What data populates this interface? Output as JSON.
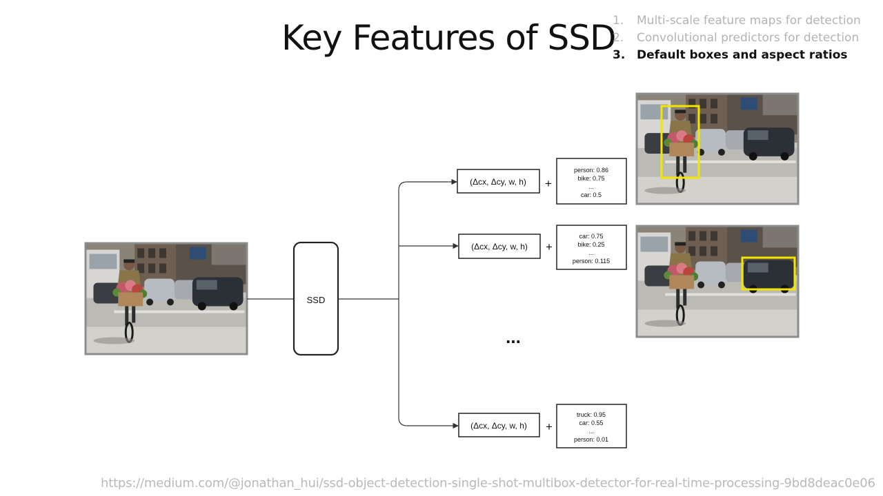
{
  "slide": {
    "title": "Key Features of SSD",
    "toc": [
      {
        "num": "1.",
        "text": "Multi-scale feature  maps for detection",
        "active": false
      },
      {
        "num": "2.",
        "text": "Convolutional predictors for detection",
        "active": false
      },
      {
        "num": "3.",
        "text": "Default boxes and aspect ratios",
        "active": true
      }
    ],
    "footer_url": "https://medium.com/@jonathan_hui/ssd-object-detection-single-shot-multibox-detector-for-real-time-processing-9bd8deac0e06"
  },
  "diagram": {
    "ssd_label": "SSD",
    "ellipsis": "...",
    "plus": "+",
    "branches": [
      {
        "offset_label": "(Δcx, Δcy, w, h)",
        "scores": [
          "person: 0.86",
          "bike: 0.75",
          "...",
          "car: 0.5"
        ]
      },
      {
        "offset_label": "(Δcx, Δcy, w, h)",
        "scores": [
          "car: 0.75",
          "bike: 0.25",
          "...",
          "person: 0.115"
        ]
      },
      {
        "offset_label": "(Δcx, Δcy, w, h)",
        "scores": [
          "truck: 0.95",
          "car: 0.55",
          "...",
          "person: 0.01"
        ]
      }
    ]
  },
  "colors": {
    "detection_box": "#f2e600",
    "photo_frame": "#8c8c8c",
    "line": "#333333"
  }
}
